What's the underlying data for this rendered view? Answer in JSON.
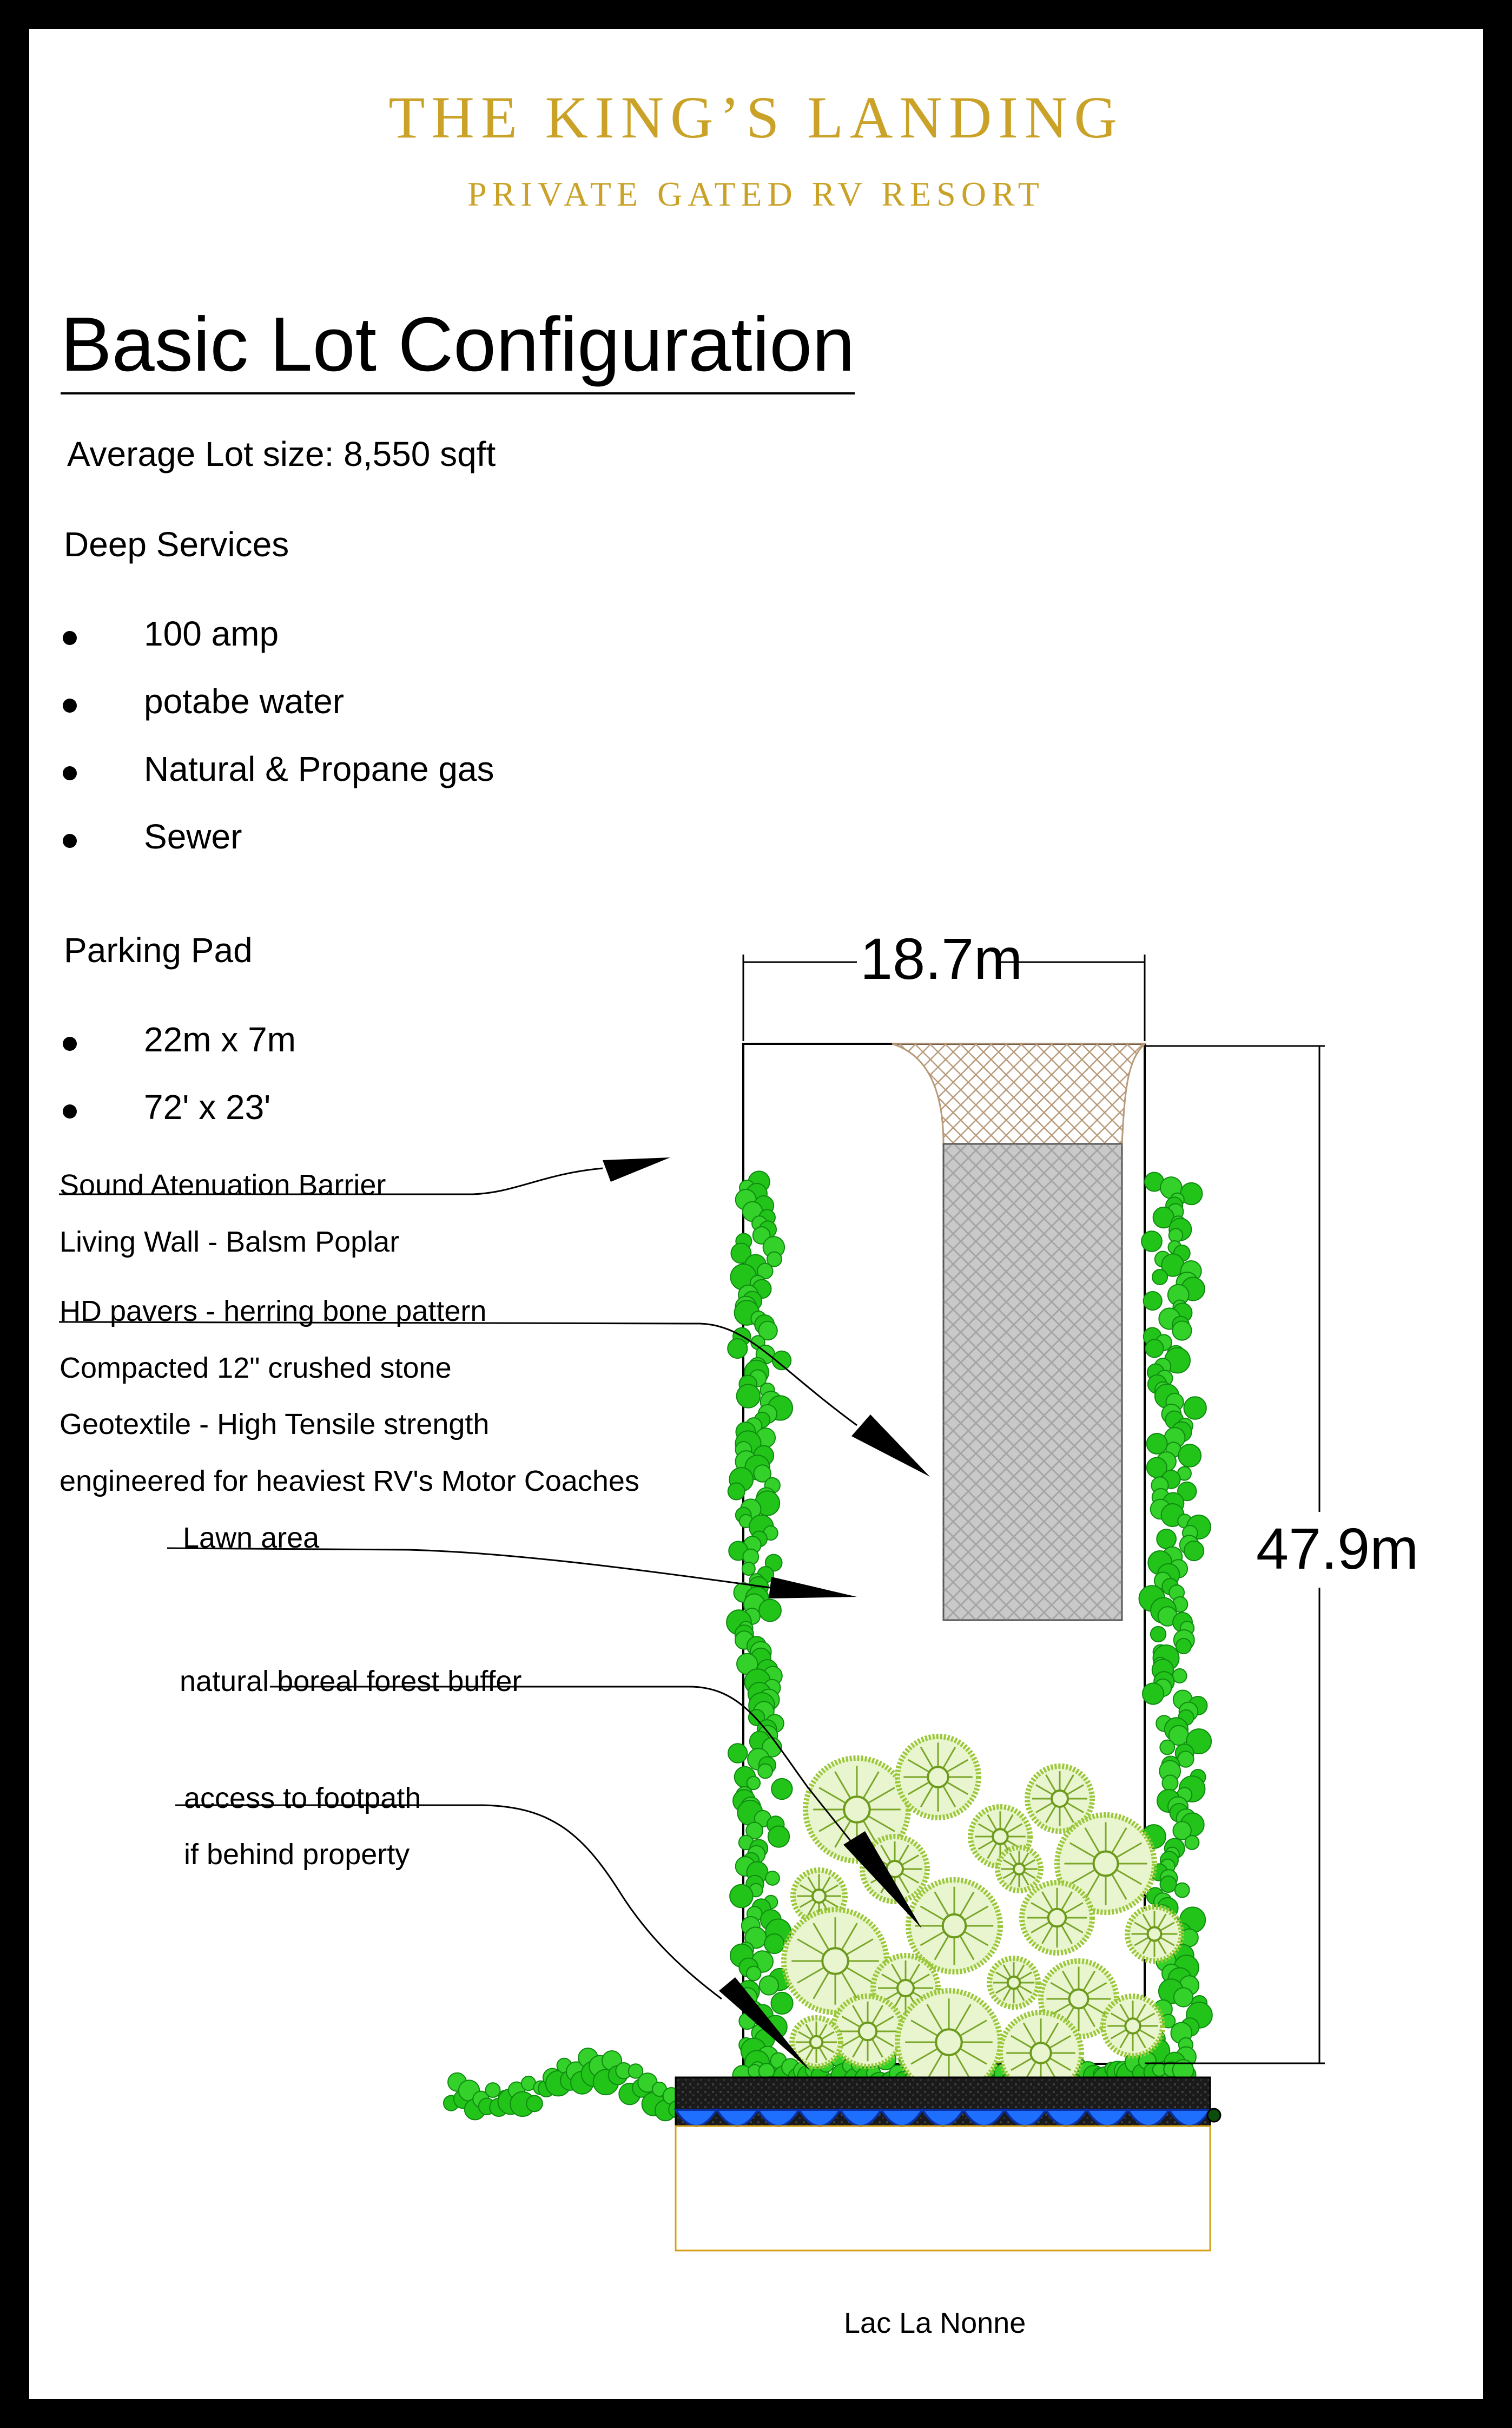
{
  "brand": {
    "title": "THE KING’S LANDING",
    "subtitle": "PRIVATE GATED RV RESORT",
    "color": "#c9a227"
  },
  "page_title": "Basic Lot Configuration",
  "lot_size": "Average Lot size: 8,550 sqft",
  "deep_services": {
    "heading": "Deep Services",
    "items": [
      "100 amp",
      "potabe water",
      "Natural & Propane gas",
      "Sewer"
    ]
  },
  "parking_pad": {
    "heading": "Parking Pad",
    "items": [
      "22m x 7m",
      "72' x 23'"
    ]
  },
  "annotations": {
    "sound_barrier": "Sound Atenuation Barrier",
    "living_wall": "Living Wall - Balsm Poplar",
    "hd_pavers": "HD pavers - herring bone pattern",
    "crushed_stone": "Compacted 12\" crushed stone",
    "geotextile": "Geotextile - High Tensile strength",
    "engineered": "engineered for heaviest RV's Motor Coaches",
    "lawn": "Lawn area",
    "forest_buffer": "natural boreal forest buffer",
    "footpath": "access to footpath",
    "behind_property": "if behind property"
  },
  "dimensions": {
    "width": "18.7m",
    "length": "47.9m"
  },
  "lake_label": "Lac La Nonne",
  "colors": {
    "hedge": "#22c41a",
    "forest": "#9bc83a",
    "pad": "#c9c9c9",
    "driveway": "#e6d8c8",
    "water": "#1f6fff",
    "shore": "#1a1a1a",
    "lake_outline": "#d4a017"
  }
}
